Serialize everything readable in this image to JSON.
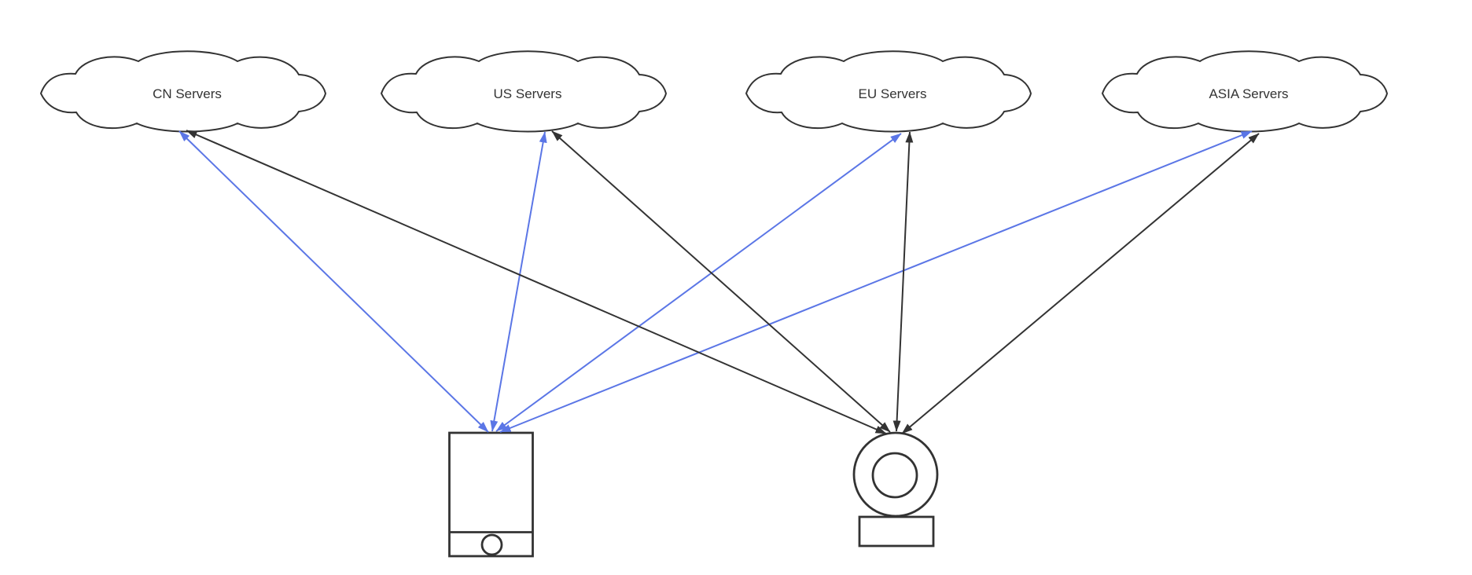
{
  "diagram": {
    "title": "server-network-topology",
    "colors": {
      "background": "#ffffff",
      "node_stroke": "#333333",
      "node_fill": "#ffffff",
      "label_text": "#333333",
      "phone_link": "#5b76e6",
      "camera_link": "#333333"
    },
    "clouds": [
      {
        "id": "cn",
        "label": "CN Servers"
      },
      {
        "id": "us",
        "label": "US Servers"
      },
      {
        "id": "eu",
        "label": "EU Servers"
      },
      {
        "id": "asia",
        "label": "ASIA Servers"
      }
    ],
    "devices": [
      {
        "id": "phone",
        "kind": "mobile-phone"
      },
      {
        "id": "camera",
        "kind": "webcam-camera"
      }
    ],
    "edges": [
      {
        "from": "phone",
        "to": "cn",
        "style": "blue",
        "arrows": "both"
      },
      {
        "from": "phone",
        "to": "us",
        "style": "blue",
        "arrows": "both"
      },
      {
        "from": "phone",
        "to": "eu",
        "style": "blue",
        "arrows": "both"
      },
      {
        "from": "phone",
        "to": "asia",
        "style": "blue",
        "arrows": "both"
      },
      {
        "from": "camera",
        "to": "cn",
        "style": "black",
        "arrows": "both"
      },
      {
        "from": "camera",
        "to": "us",
        "style": "black",
        "arrows": "both"
      },
      {
        "from": "camera",
        "to": "eu",
        "style": "black",
        "arrows": "both"
      },
      {
        "from": "camera",
        "to": "asia",
        "style": "black",
        "arrows": "both"
      }
    ]
  }
}
